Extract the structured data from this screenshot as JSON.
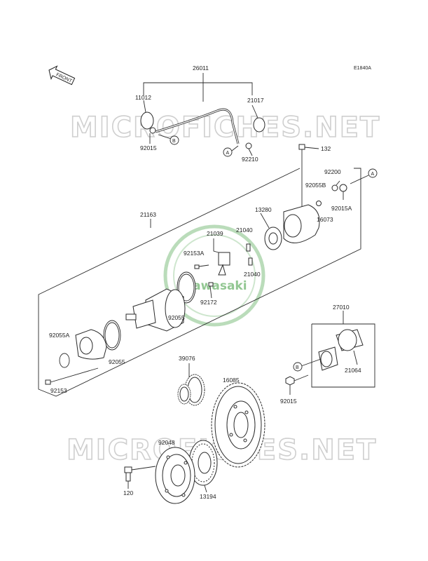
{
  "diagram": {
    "code": "E1840A",
    "front_label": "FRONT",
    "watermark": "MICROFICHES.NET",
    "logo_text": "Kawasaki",
    "callouts": {
      "a": "A",
      "b": "B"
    },
    "part_numbers": {
      "p26011": "26011",
      "p11012": "11012",
      "p21017": "21017",
      "p92015_top": "92015",
      "p92210": "92210",
      "p132": "132",
      "p92200": "92200",
      "p92055b": "92055B",
      "p92015a": "92015A",
      "p16073": "16073",
      "p13280": "13280",
      "p21163": "21163",
      "p21039": "21039",
      "p21040_a": "21040",
      "p21040_b": "21040",
      "p92153a": "92153A",
      "p92172": "92172",
      "p92055_mid": "92055",
      "p92055a": "92055A",
      "p92055_low": "92055",
      "p92153": "92153",
      "p27010": "27010",
      "p21064": "21064",
      "p92015_bot": "92015",
      "p39076": "39076",
      "p16085": "16085",
      "p92048": "92048",
      "p120": "120",
      "p13194": "13194"
    }
  }
}
